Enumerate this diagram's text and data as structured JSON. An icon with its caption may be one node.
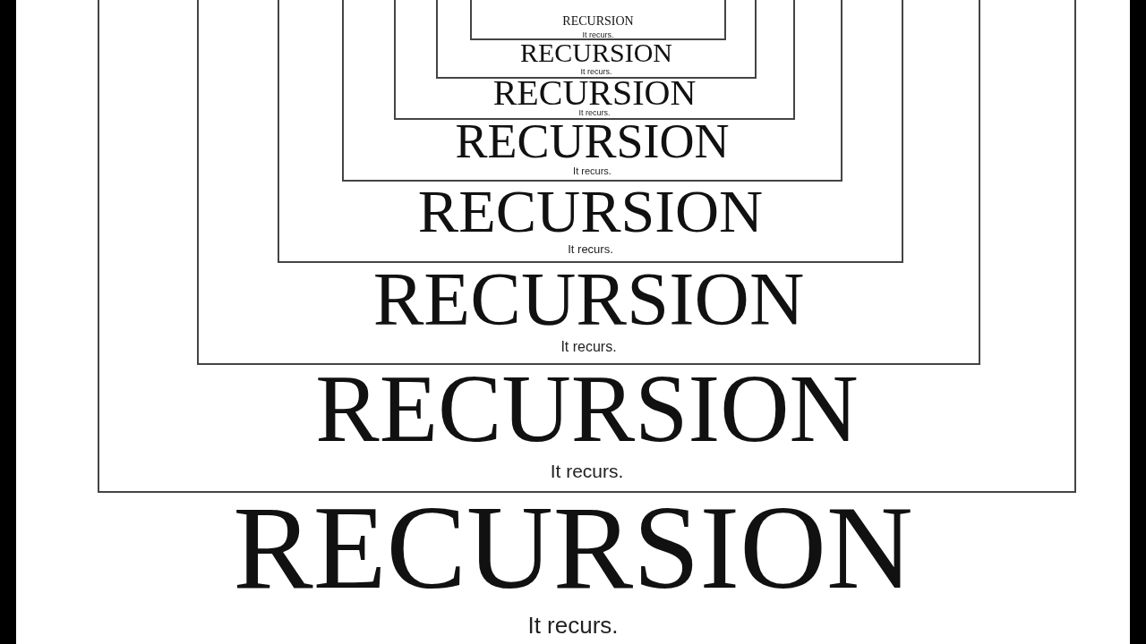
{
  "diagram": {
    "nodes": [
      {
        "text": [
          "RECURSION",
          "It recurs."
        ]
      },
      {
        "text": [
          "RECURSION",
          "It recurs."
        ],
        "in": 0
      },
      {
        "text": [
          "RECURSION",
          "It recurs."
        ],
        "in": 1
      },
      {
        "text": [
          "RECURSION",
          "It recurs."
        ],
        "in": 2
      },
      {
        "text": [
          "RECURSION",
          "It recurs."
        ],
        "in": 3
      },
      {
        "text": [
          "RECURSION",
          "It recurs."
        ],
        "in": 4
      },
      {
        "text": [
          "RECURSION",
          "It recurs."
        ],
        "in": 5
      },
      {
        "text": [
          "RECURSION",
          "It recurs."
        ],
        "in": 6
      }
    ],
    "edges": []
  }
}
